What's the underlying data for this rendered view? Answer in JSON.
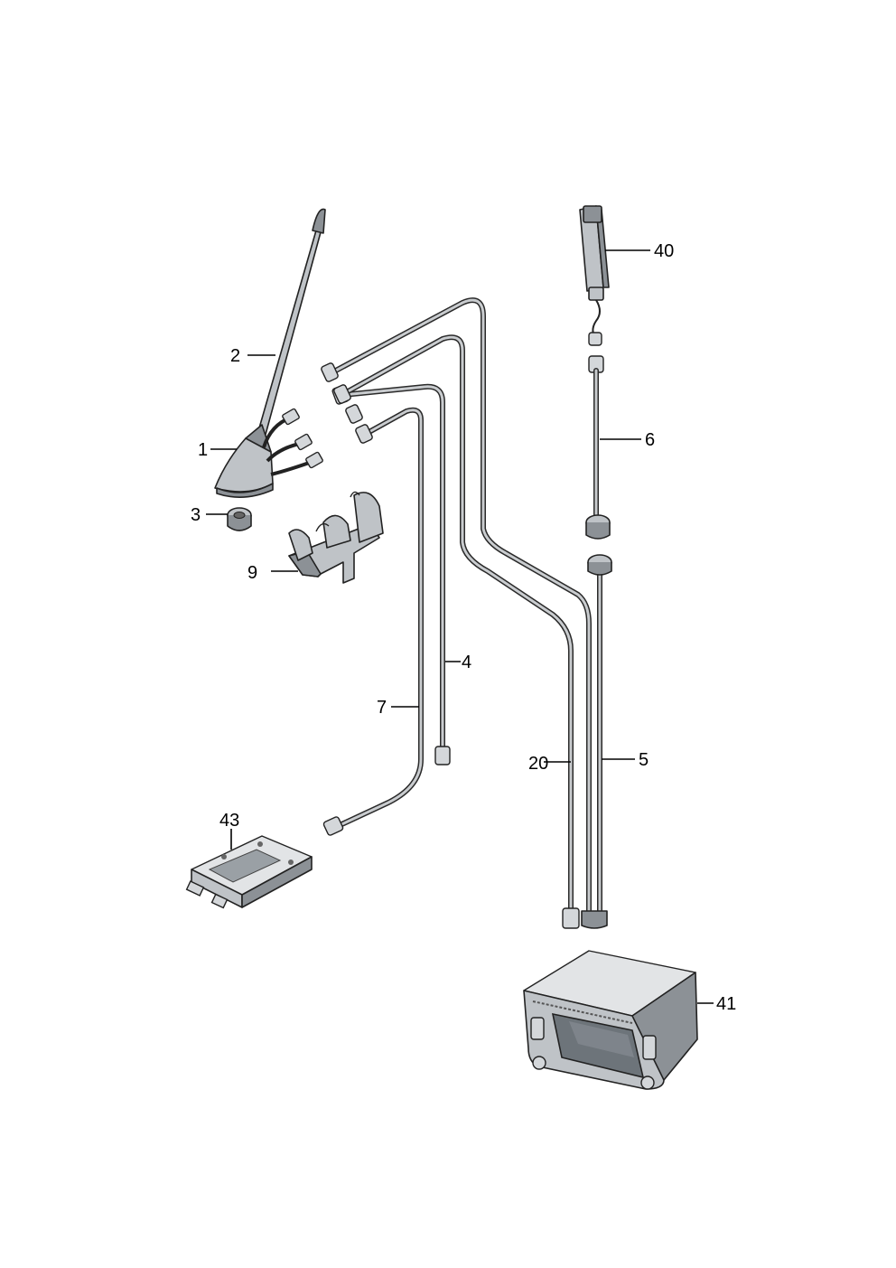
{
  "parts": [
    {
      "id": "antenna-base",
      "callout": "1"
    },
    {
      "id": "antenna-rod",
      "callout": "2"
    },
    {
      "id": "nut",
      "callout": "3"
    },
    {
      "id": "cable-4",
      "callout": "4"
    },
    {
      "id": "cable-5",
      "callout": "5"
    },
    {
      "id": "cable-6",
      "callout": "6"
    },
    {
      "id": "cable-7",
      "callout": "7"
    },
    {
      "id": "cable-9",
      "callout": "9"
    },
    {
      "id": "cable-holder",
      "callout": "20"
    },
    {
      "id": "phone-antenna",
      "callout": "40"
    },
    {
      "id": "radio-navigation-unit",
      "callout": "41"
    },
    {
      "id": "control-unit",
      "callout": "43"
    }
  ]
}
